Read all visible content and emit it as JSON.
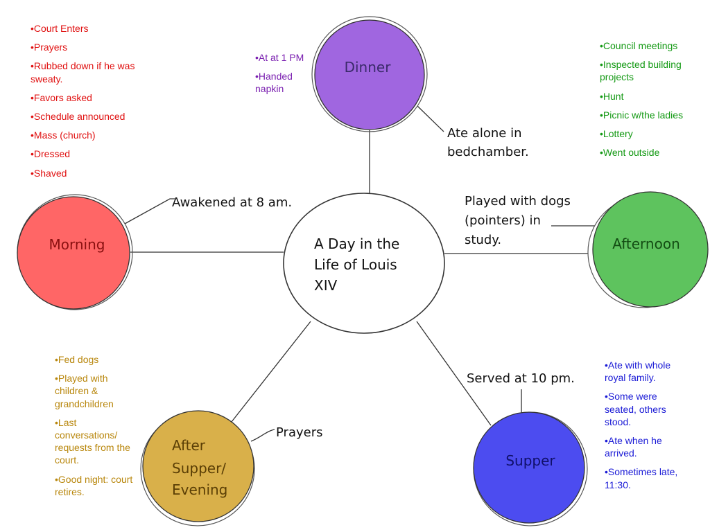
{
  "center": {
    "lines": [
      "A Day in the",
      "Life of Louis",
      "XIV"
    ]
  },
  "nodes": {
    "morning": {
      "label": "Morning",
      "color": "#ff6666"
    },
    "dinner": {
      "label": "Dinner",
      "color": "#a066e0"
    },
    "afternoon": {
      "label": "Afternoon",
      "color": "#5ec35e"
    },
    "supper": {
      "label": "Supper",
      "color": "#4c4cf0"
    },
    "evening": {
      "lines": [
        "After",
        "Supper/",
        "Evening"
      ],
      "color": "#d9b04a"
    }
  },
  "callouts": {
    "morning": "Awakened at 8 am.",
    "dinner": [
      "Ate alone in",
      "bedchamber."
    ],
    "afternoon": [
      "Played with dogs",
      "(pointers) in",
      "study."
    ],
    "supper": "Served at 10 pm.",
    "evening": "Prayers"
  },
  "lists": {
    "morning": {
      "color": "#e01010",
      "items": [
        "Court Enters",
        "Prayers",
        "Rubbed down if he was sweaty.",
        "Favors asked",
        "Schedule announced",
        "Mass (church)",
        "Dressed",
        "Shaved"
      ]
    },
    "dinner": {
      "color": "#7a1fb0",
      "items": [
        "At at 1 PM",
        "Handed napkin"
      ]
    },
    "afternoon": {
      "color": "#139913",
      "items": [
        "Council meetings",
        "Inspected building projects",
        "Hunt",
        "Picnic w/the ladies",
        "Lottery",
        "Went outside"
      ]
    },
    "evening": {
      "color": "#b8860b",
      "items": [
        "Fed dogs",
        "Played with children & grandchildren",
        "Last conversations/ requests from the court.",
        "Good night: court retires."
      ]
    },
    "supper": {
      "color": "#1a1ad6",
      "items": [
        "Ate with whole royal family.",
        "Some were seated, others stood.",
        "Ate when he arrived.",
        "Sometimes late, 11:30."
      ]
    }
  }
}
